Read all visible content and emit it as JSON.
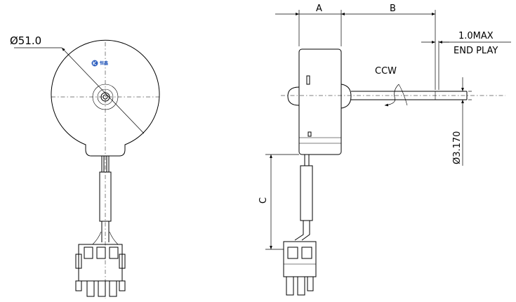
{
  "labels": {
    "diameter": "Ø51.0",
    "dim_a": "A",
    "dim_b": "B",
    "dim_c": "C",
    "end_play_value": "1.0MAX",
    "end_play_label": "END PLAY",
    "rotation": "CCW",
    "shaft_diameter": "Ø3.170"
  },
  "logo": {
    "text": "恒鑫",
    "color": "#2e5fbf"
  }
}
